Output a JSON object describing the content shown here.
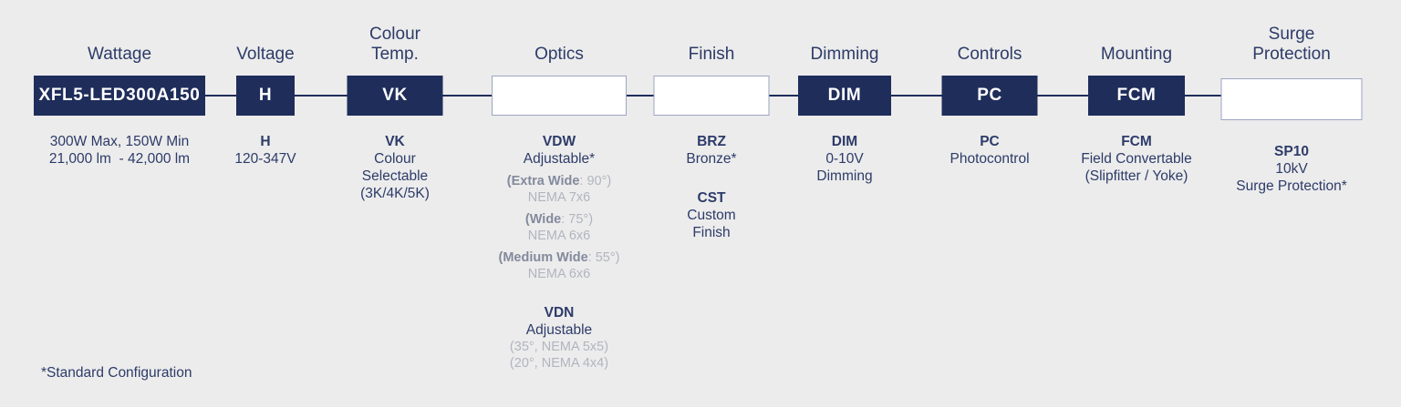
{
  "colors": {
    "background": "#ececec",
    "navy_box": "#1f2d5a",
    "text_navy": "#2d3b69",
    "muted_gray": "#b2b5bf",
    "muted_gray_bold": "#838a9c",
    "empty_box_border": "#9ba6c2"
  },
  "footnote": "*Standard Configuration",
  "columns": [
    {
      "header": "Wattage",
      "box_label": "XFL5-LED300A150",
      "box_style": "dark",
      "text": "300W Max, 150W Min\n21,000 lm  - 42,000 lm"
    },
    {
      "header": "Voltage",
      "box_label": "H",
      "box_style": "dark",
      "code": "H",
      "text": "120-347V"
    },
    {
      "header": "Colour\nTemp.",
      "box_label": "VK",
      "box_style": "dark",
      "code": "VK",
      "text": "Colour\nSelectable\n(3K/4K/5K)"
    },
    {
      "header": "Optics",
      "box_label": "",
      "box_style": "empty",
      "vdw": {
        "code": "VDW",
        "name": "Adjustable*",
        "options": [
          {
            "bold": "(Extra Wide",
            "rest": ": 90°)",
            "sub": "NEMA 7x6"
          },
          {
            "bold": "(Wide",
            "rest": ": 75°)",
            "sub": "NEMA 6x6"
          },
          {
            "bold": "(Medium Wide",
            "rest": ": 55°)",
            "sub": "NEMA 6x6"
          }
        ]
      },
      "vdn": {
        "code": "VDN",
        "name": "Adjustable",
        "subs": "(35°, NEMA 5x5)\n(20°, NEMA 4x4)"
      }
    },
    {
      "header": "Finish",
      "box_label": "",
      "box_style": "empty",
      "entries": [
        {
          "code": "BRZ",
          "text": "Bronze*"
        },
        {
          "code": "CST",
          "text": "Custom\nFinish"
        }
      ]
    },
    {
      "header": "Dimming",
      "box_label": "DIM",
      "box_style": "dark",
      "code": "DIM",
      "text": "0-10V\nDimming"
    },
    {
      "header": "Controls",
      "box_label": "PC",
      "box_style": "dark",
      "code": "PC",
      "text": "Photocontrol"
    },
    {
      "header": "Mounting",
      "box_label": "FCM",
      "box_style": "dark",
      "code": "FCM",
      "text": "Field Convertable\n(Slipfitter / Yoke)"
    },
    {
      "header": "Surge\nProtection",
      "box_label": "",
      "box_style": "empty",
      "code": "SP10",
      "text": "10kV\nSurge Protection*"
    }
  ]
}
